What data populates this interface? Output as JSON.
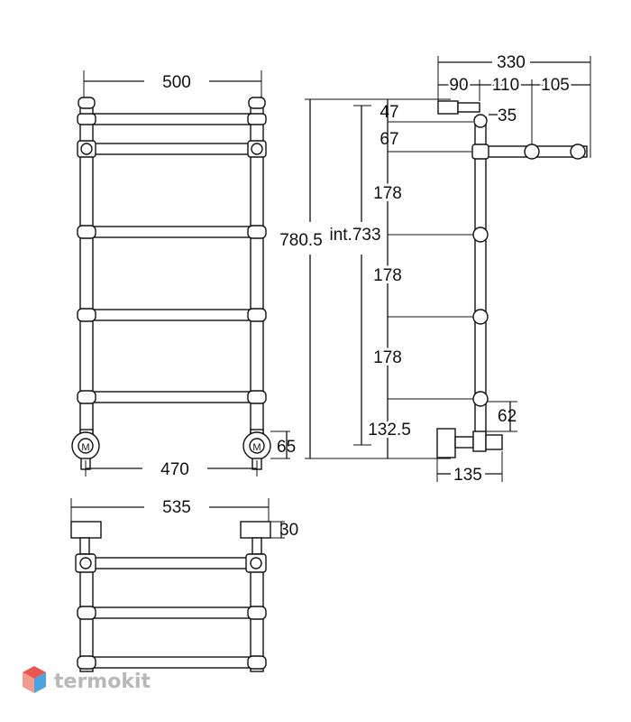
{
  "drawing": {
    "front_view": {
      "top_width": "500",
      "bottom_width": "470",
      "valve_offset": "65",
      "valve_mark": "M"
    },
    "top_view": {
      "total_width": "535",
      "bracket_depth": "30"
    },
    "side_view": {
      "total_depth": "330",
      "depth_segments": [
        "90",
        "110",
        "105"
      ],
      "top_gap": "47",
      "top_tube": "35",
      "first_gap": "67",
      "rail_spacing": [
        "178",
        "178",
        "178"
      ],
      "bottom_gap": "132.5",
      "total_height": "780.5",
      "internal_height": "int.733",
      "valve_height": "62",
      "valve_depth": "135"
    }
  },
  "brand": {
    "name": "termokit",
    "logo_colors": [
      "#e8564f",
      "#f29b8f",
      "#4da3e0",
      "#7cc4f0"
    ]
  }
}
